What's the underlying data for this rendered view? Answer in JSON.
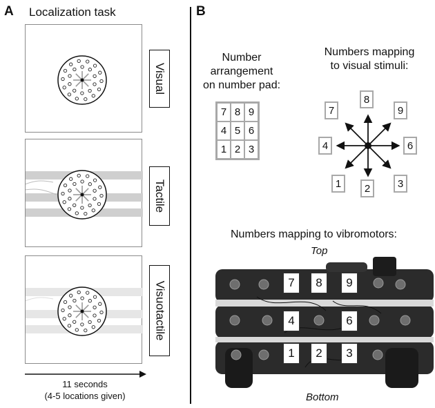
{
  "panel_a": {
    "letter": "A",
    "title": "Localization task",
    "conditions": [
      "Visual",
      "Tactile",
      "Visuotactile"
    ],
    "time_label": "11 seconds",
    "time_sub": "(4-5 locations given)"
  },
  "panel_b": {
    "letter": "B",
    "pad_title": [
      "Number",
      "arrangement",
      "on number pad:"
    ],
    "pad_numbers": [
      "7",
      "8",
      "9",
      "4",
      "5",
      "6",
      "1",
      "2",
      "3"
    ],
    "visual_title": [
      "Numbers mapping",
      "to visual stimuli:"
    ],
    "visual_numbers": {
      "n7": "7",
      "n8": "8",
      "n9": "9",
      "n4": "4",
      "n6": "6",
      "n1": "1",
      "n2": "2",
      "n3": "3"
    },
    "vibro_title": "Numbers mapping to vibromotors:",
    "top_label": "Top",
    "bottom_label": "Bottom",
    "vibro_numbers": {
      "r1": [
        "7",
        "8",
        "9"
      ],
      "r2": [
        "4",
        "6"
      ],
      "r3": [
        "1",
        "2",
        "3"
      ]
    }
  }
}
